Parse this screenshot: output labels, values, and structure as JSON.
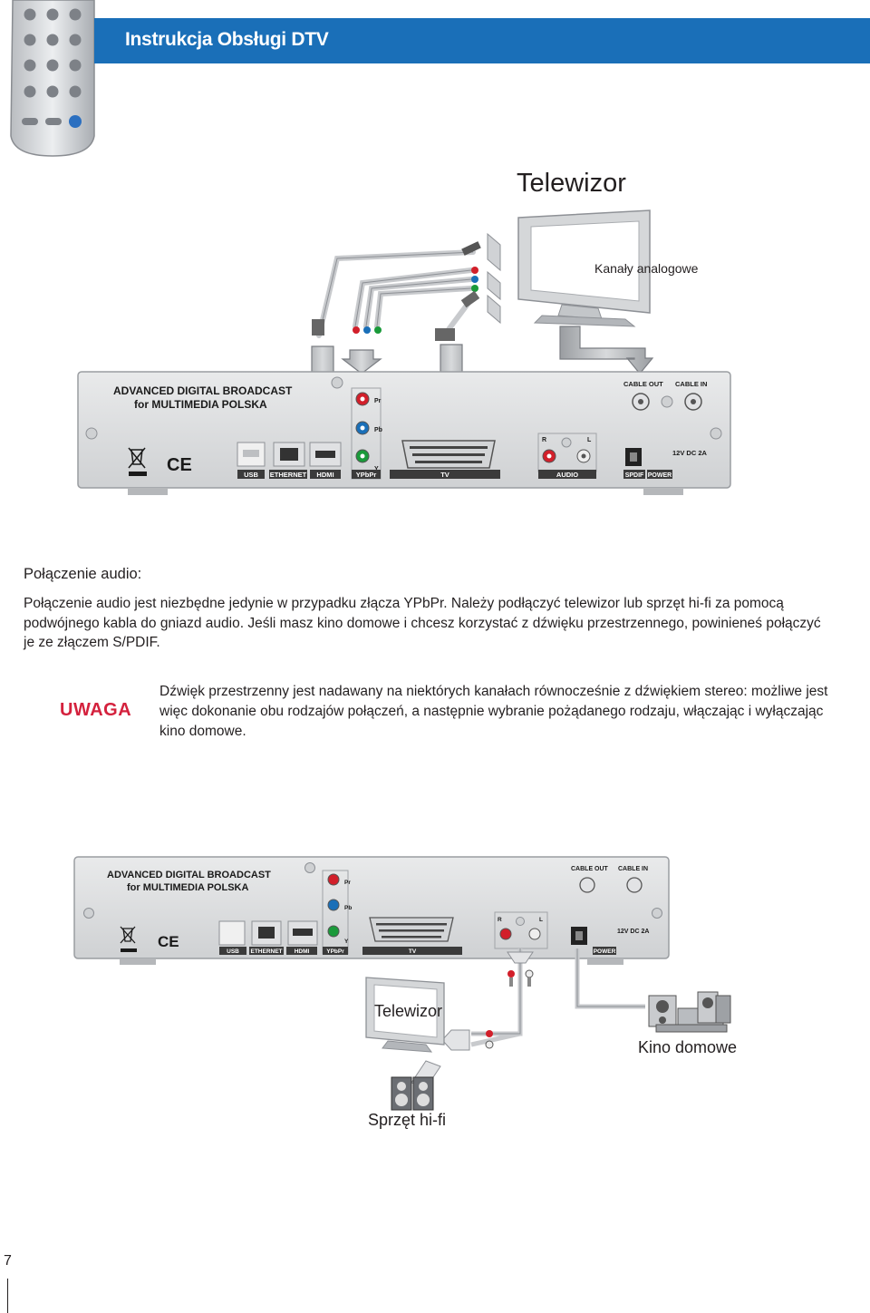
{
  "header": {
    "title": "Instrukcja Obsługi DTV",
    "bar_color": "#1a6fb8"
  },
  "top_diagram": {
    "tv_label": "Telewizor",
    "tv_sublabel": "Kanały analogowe",
    "brand_line1": "ADVANCED DIGITAL BROADCAST",
    "brand_line2": "for MULTIMEDIA POLSKA",
    "ports": {
      "usb": "USB",
      "ethernet": "ETHERNET",
      "hdmi": "HDMI",
      "ypbpr": "YPbPr",
      "tv": "TV",
      "audio": "AUDIO",
      "spdif": "SPDIF",
      "power": "POWER"
    },
    "port_labels": {
      "pr": "Pr",
      "pb": "Pb",
      "y": "Y",
      "r": "R",
      "l": "L",
      "cable_out": "CABLE OUT",
      "cable_in": "CABLE IN",
      "dc": "12V DC 2A"
    }
  },
  "section": {
    "heading": "Połączenie audio:",
    "body": "Połączenie audio jest niezbędne jedynie w przypadku złącza YPbPr. Należy podłączyć telewizor lub sprzęt hi-fi za pomocą podwójnego kabla do gniazd audio. Jeśli masz kino domowe i chcesz korzystać z dźwięku przestrzennego, powinieneś połączyć je ze złączem S/PDIF."
  },
  "note": {
    "label": "UWAGA",
    "body": "Dźwięk przestrzenny jest nadawany na niektórych kanałach równocześnie z dźwiękiem stereo: możliwe jest więc dokonanie obu rodzajów połączeń, a następnie wybranie pożądanego rodzaju, włączając i wyłączając kino domowe.",
    "label_color": "#d4213d"
  },
  "bottom_diagram": {
    "tv_label": "Telewizor",
    "home_cinema_label": "Kino domowe",
    "hifi_label": "Sprzęt hi-fi"
  },
  "page_number": "7"
}
